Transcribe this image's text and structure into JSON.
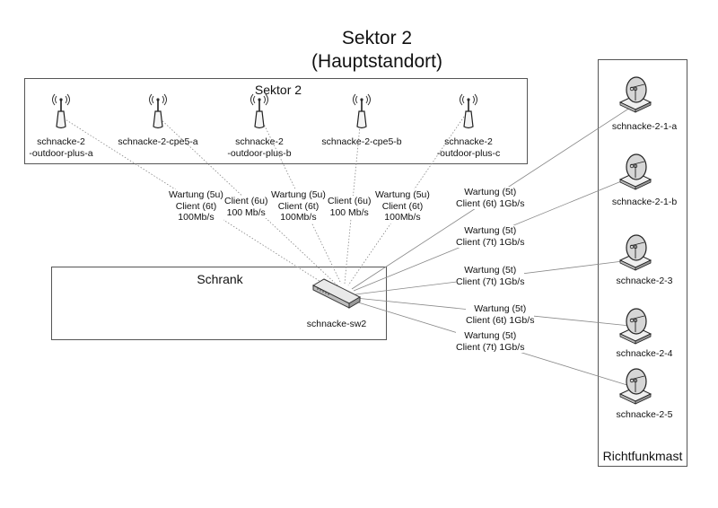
{
  "diagram": {
    "title_line1": "Sektor 2",
    "title_line2": "(Hauptstandort)",
    "groups": {
      "sektor": "Sektor 2",
      "schrank": "Schrank",
      "mast": "Richtfunkmast"
    },
    "switch": {
      "name": "schnacke-sw2",
      "icon": "network-switch-icon"
    },
    "access_points": [
      {
        "name_line1": "schnacke-2",
        "name_line2": "-outdoor-plus-a",
        "icon": "antenna-icon",
        "link_label": [
          "Wartung (5u)",
          "Client (6t)",
          "100Mb/s"
        ],
        "link_style": "dotted"
      },
      {
        "name_line1": "schnacke-2-cpe5-a",
        "name_line2": "",
        "icon": "antenna-icon",
        "link_label": [
          "Client (6u)",
          "100 Mb/s"
        ],
        "link_style": "dotted"
      },
      {
        "name_line1": "schnacke-2",
        "name_line2": "-outdoor-plus-b",
        "icon": "antenna-icon",
        "link_label": [
          "Wartung (5u)",
          "Client (6t)",
          "100Mb/s"
        ],
        "link_style": "dotted"
      },
      {
        "name_line1": "schnacke-2-cpe5-b",
        "name_line2": "",
        "icon": "antenna-icon",
        "link_label": [
          "Client (6u)",
          "100 Mb/s"
        ],
        "link_style": "dotted"
      },
      {
        "name_line1": "schnacke-2",
        "name_line2": "-outdoor-plus-c",
        "icon": "antenna-icon",
        "link_label": [
          "Wartung (5u)",
          "Client (6t)",
          "100Mb/s"
        ],
        "link_style": "dotted"
      }
    ],
    "radio_links": [
      {
        "name": "schnacke-2-1-a",
        "icon": "radio-dish-icon",
        "link_label": [
          "Wartung (5t)",
          "Client (6t) 1Gb/s"
        ],
        "link_style": "solid"
      },
      {
        "name": "schnacke-2-1-b",
        "icon": "radio-dish-icon",
        "link_label": [
          "Wartung (5t)",
          "Client (7t) 1Gb/s"
        ],
        "link_style": "solid"
      },
      {
        "name": "schnacke-2-3",
        "icon": "radio-dish-icon",
        "link_label": [
          "Wartung (5t)",
          "Client (7t) 1Gb/s"
        ],
        "link_style": "solid"
      },
      {
        "name": "schnacke-2-4",
        "icon": "radio-dish-icon",
        "link_label": [
          "Wartung (5t)",
          "Client (6t) 1Gb/s"
        ],
        "link_style": "solid"
      },
      {
        "name": "schnacke-2-5",
        "icon": "radio-dish-icon",
        "link_label": [
          "Wartung (5t)",
          "Client (7t) 1Gb/s"
        ],
        "link_style": "solid"
      }
    ]
  }
}
